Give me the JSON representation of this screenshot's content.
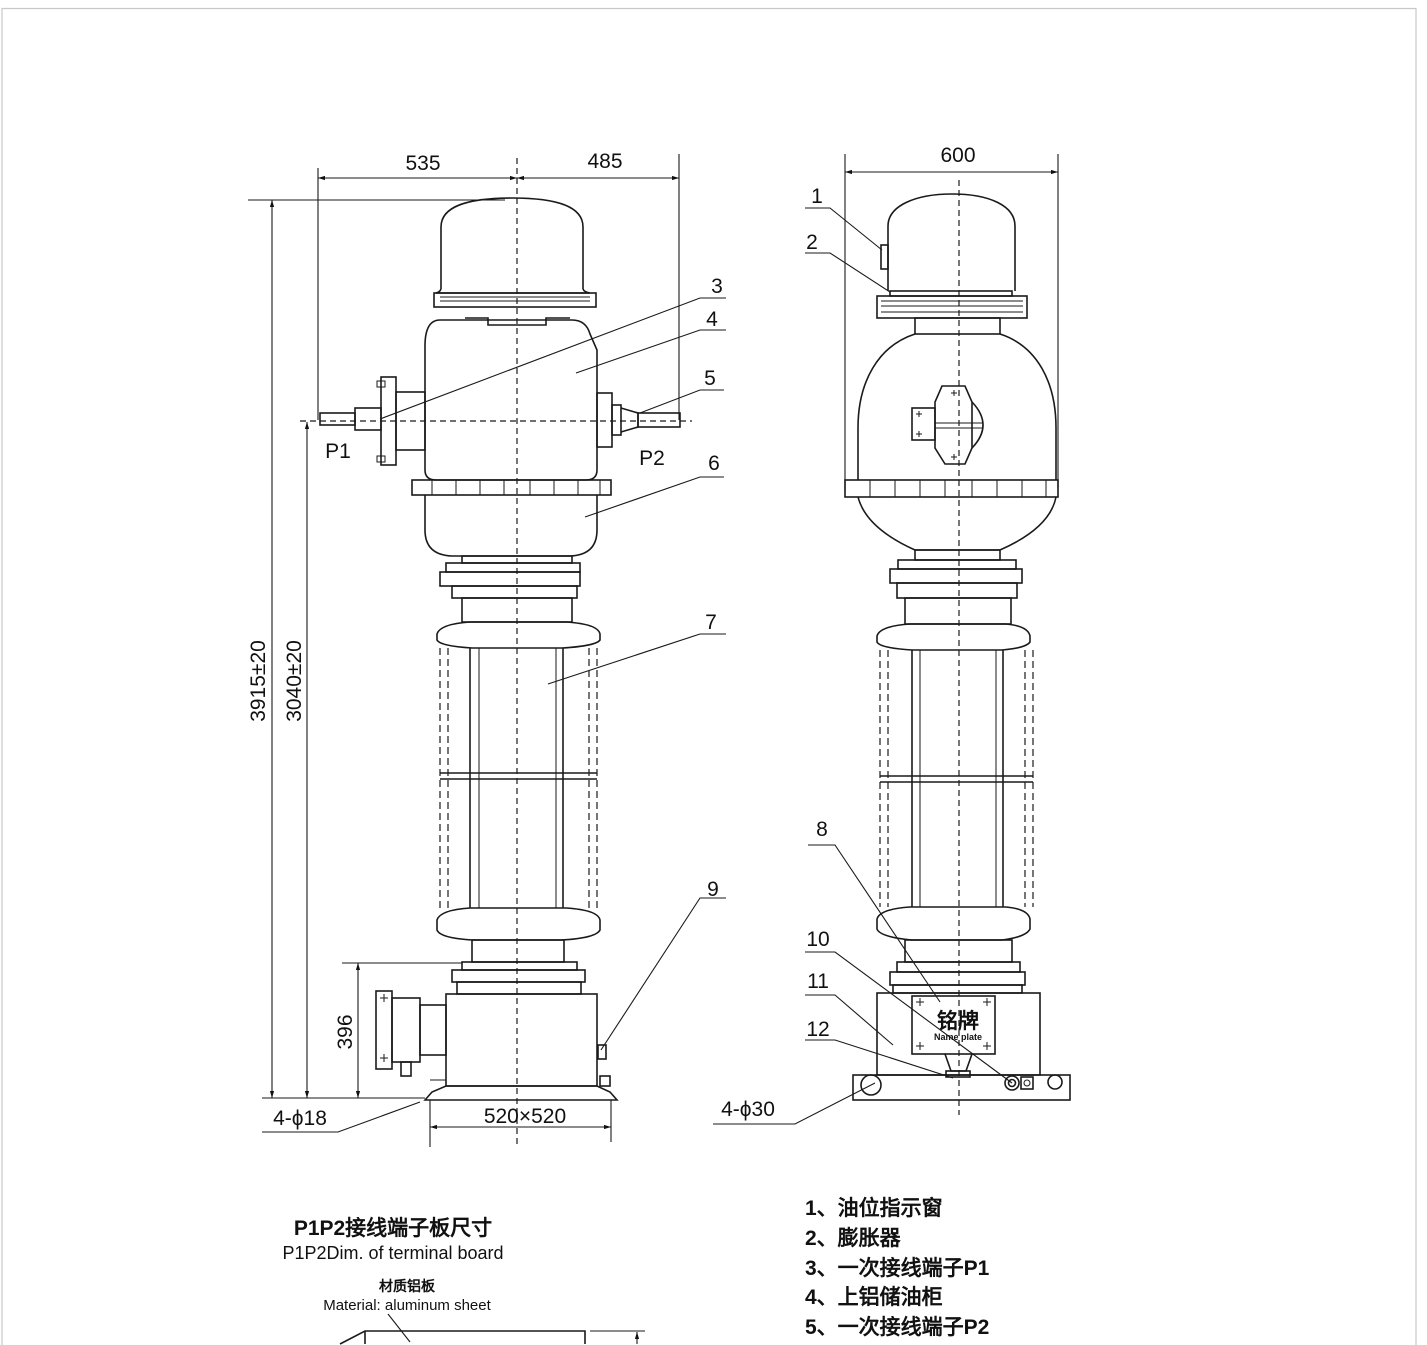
{
  "dimensions": {
    "width_p1": "535",
    "width_p2": "485",
    "side_width": "600",
    "total_height": "3915±20",
    "terminal_height": "3040±20",
    "base_height": "396",
    "mount_holes_front": "4-ϕ18",
    "base_footprint": "520×520",
    "mount_holes_side": "4-ϕ30"
  },
  "terminals": {
    "p1": "P1",
    "p2": "P2"
  },
  "callouts": [
    "1",
    "2",
    "3",
    "4",
    "5",
    "6",
    "7",
    "8",
    "9",
    "10",
    "11",
    "12"
  ],
  "nameplate": {
    "zh": "铭牌",
    "en": "Name plate"
  },
  "terminal_board": {
    "title_zh": "P1P2接线端子板尺寸",
    "title_en": "P1P2Dim. of terminal board",
    "material_zh": "材质铝板",
    "material_en": "Material: aluminum sheet"
  },
  "legend": [
    "1、油位指示窗",
    "2、膨胀器",
    "3、一次接线端子P1",
    "4、上铝储油柜",
    "5、一次接线端子P2"
  ],
  "colors": {
    "line": "#1a1a1a",
    "background": "#ffffff",
    "frame": "#c8c8c8"
  }
}
